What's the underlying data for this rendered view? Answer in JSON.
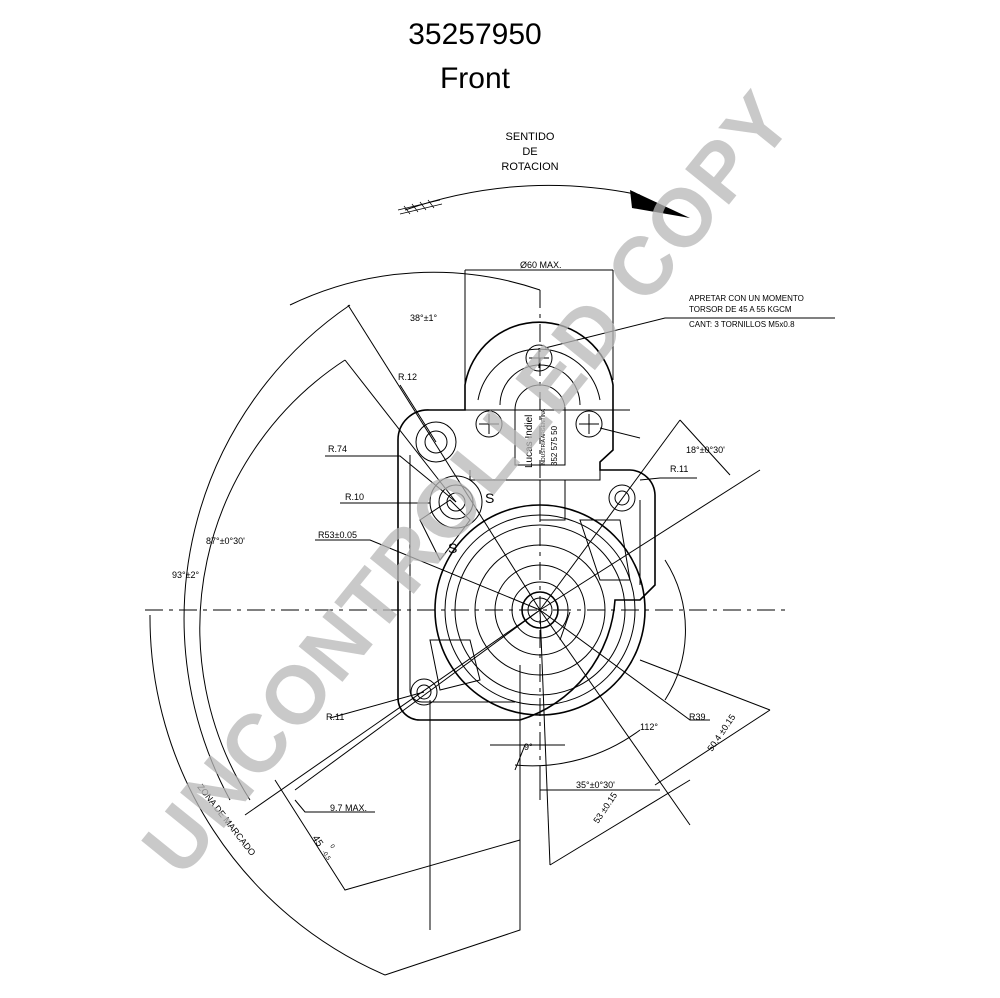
{
  "header": {
    "part_number": "35257950",
    "view": "Front"
  },
  "rotation": {
    "line1": "SENTIDO",
    "line2": "DE",
    "line3": "ROTACION"
  },
  "dimensions": {
    "diameter": "Ø60  MAX.",
    "angle_bolts": "38°±1°",
    "r12": "R.12",
    "r74": "R.74",
    "r10": "R.10",
    "r53": "R53±0.05",
    "angle_87": "87°±0°30'",
    "angle_93": "93°±2°",
    "r11_left": "R.11",
    "r11_right": "R.11",
    "angle_18": "18°±0°30'",
    "r39": "R39",
    "angle_112": "112°",
    "angle_9": "9°",
    "angle_35": "35°±0°30'",
    "dim_50": "50.4 ±0.15",
    "dim_53": "53 ±0.15",
    "dim_97": "9.7 MAX.",
    "dim_45": "45",
    "tol_45_upper": "0",
    "tol_45_lower": "-0.5"
  },
  "notes": {
    "torque_line1": "APRETAR CON UN MOMENTO",
    "torque_line2": "TORSOR DE 45 A 55 KGCM",
    "screws": "CANT: 3 TORNILLOS M5x0.8"
  },
  "labels": {
    "brand": "Lucas Indiel",
    "industry": "INDUSTRIA ARGENTINA",
    "code": "352 575 50",
    "marking_zone": "ZONA    DE    MARCADO",
    "s_upper": "S",
    "s_lower": "S"
  },
  "watermark": {
    "text": "UNCONTROLLED COPY"
  }
}
